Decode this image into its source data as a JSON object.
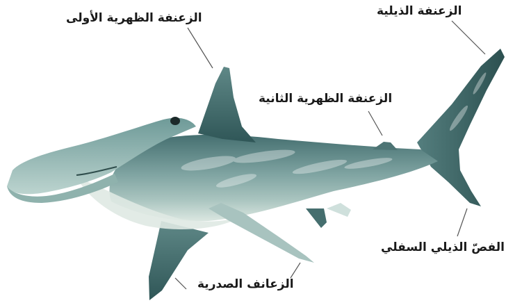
{
  "labels": {
    "first_dorsal_fin": "الزعنفة الظهرية الأولى",
    "caudal_fin": "الزعنفة الذيلية",
    "second_dorsal_fin": "الزعنفة الظهرية الثانية",
    "lower_caudal_lobe": "الفصّ الذيلي السفلي",
    "pectoral_fins": "الزعانف الصدرية"
  },
  "colors": {
    "background": "#ffffff",
    "shark_dark": "#3f6b6c",
    "shark_mid": "#6f9797",
    "shark_light": "#cfe0dc",
    "belly": "#dfe9e3",
    "leader_line": "#555555",
    "text": "#1a1a1a"
  }
}
